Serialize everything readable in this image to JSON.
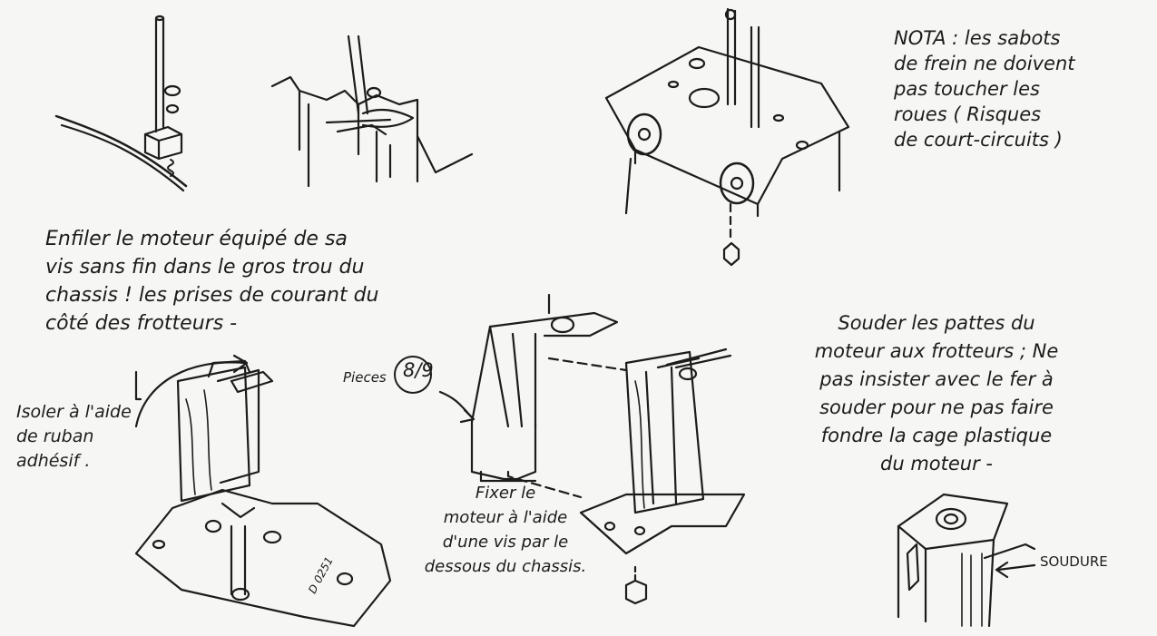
{
  "labels": {
    "nota": "NOTA : les sabots\nde frein ne doivent\npas toucher les\nroues ( Risques\nde court-circuits )",
    "enfiler": "Enfiler le moteur équipé de sa\nvis sans fin dans le gros trou du\nchassis ! les prises de courant du\ncôté des frotteurs -",
    "souder": "Souder les pattes du\nmoteur aux frotteurs ; Ne\npas insister avec le fer à\nsouder pour ne pas faire\nfondre la cage plastique\ndu moteur -",
    "isoler": "Isoler à l'aide\nde ruban\nadhésif .",
    "fixer": "Fixer le\nmoteur à l'aide\nd'une vis par le\ndessous du chassis.",
    "pieces_label": "Pieces",
    "pieces_number": "8/9",
    "soudure": "SOUDURE",
    "stamp": "D 0251"
  }
}
